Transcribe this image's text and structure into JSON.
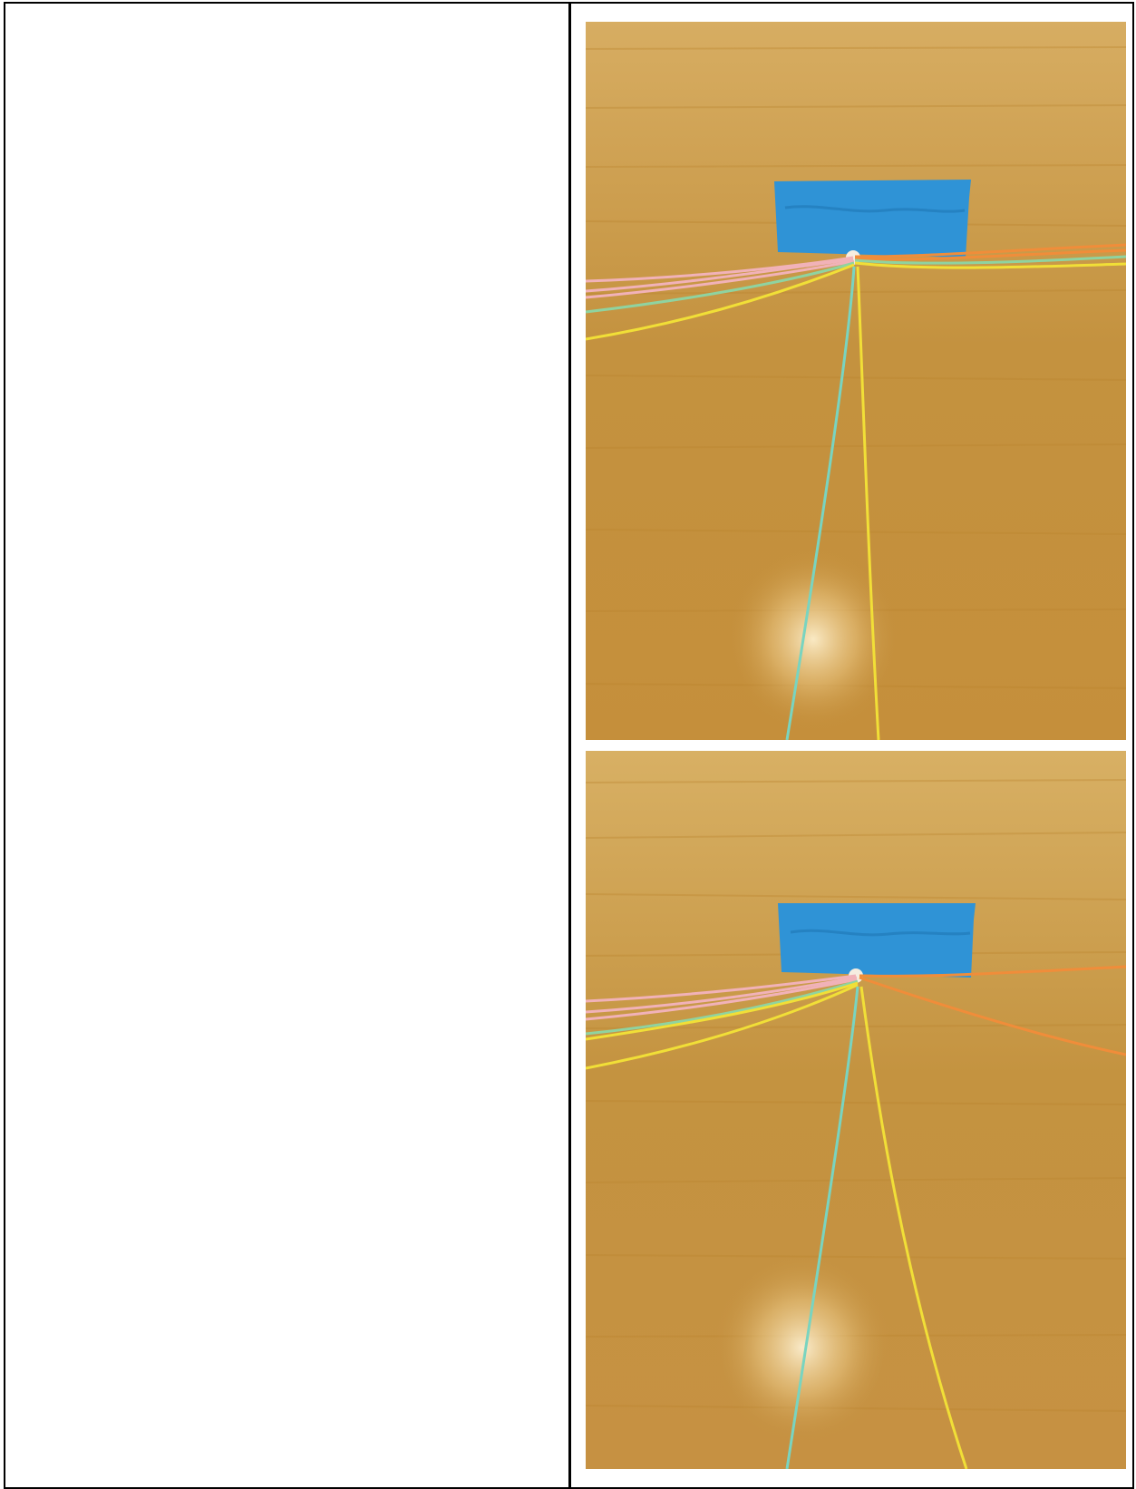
{
  "photos": [
    {
      "id": "photo-1",
      "variant": "step-a",
      "colors": {
        "wood_light": "#d7ad62",
        "wood_mid": "#c4923f",
        "wood_dark": "#a8772d",
        "tape": "#2f93d6",
        "pink": "#f1b2b8",
        "green": "#8fd3a0",
        "yellow": "#f1df37",
        "orange": "#f08d3a",
        "mint": "#79d4c0"
      }
    },
    {
      "id": "photo-2",
      "variant": "step-b",
      "colors": {
        "wood_light": "#d8b064",
        "wood_mid": "#c49340",
        "wood_dark": "#a9782f",
        "tape": "#2f93d6",
        "pink": "#f1b2b8",
        "green": "#8fd3a0",
        "yellow": "#f1df37",
        "orange": "#f08d3a",
        "mint": "#79d4c0"
      }
    }
  ]
}
